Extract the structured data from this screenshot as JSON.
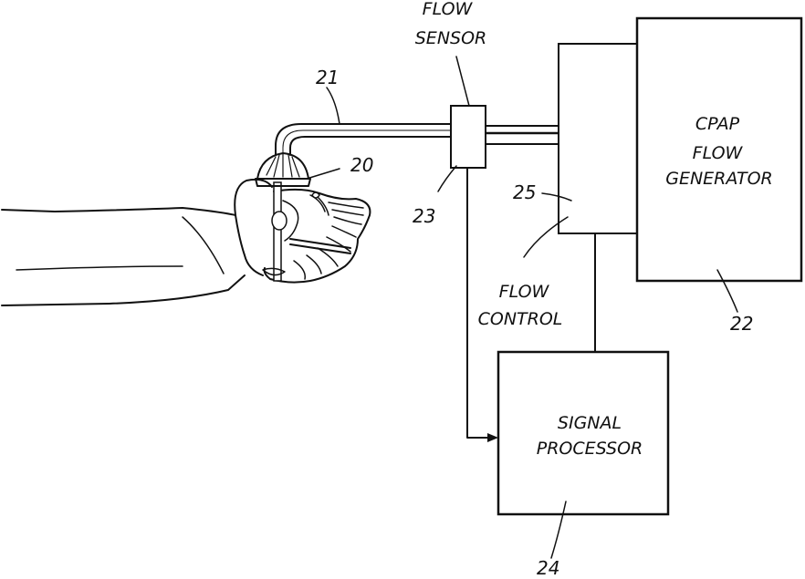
{
  "labels": {
    "flow_sensor_line1": "FLOW",
    "flow_sensor_line2": "SENSOR",
    "cpap_line1": "CPAP",
    "cpap_line2": "FLOW",
    "cpap_line3": "GENERATOR",
    "flow_control_line1": "FLOW",
    "flow_control_line2": "CONTROL",
    "signal_processor_line1": "SIGNAL",
    "signal_processor_line2": "PROCESSOR"
  },
  "refs": {
    "mask": "20",
    "tube": "21",
    "generator": "22",
    "sensor": "23",
    "processor": "24",
    "control": "25"
  }
}
